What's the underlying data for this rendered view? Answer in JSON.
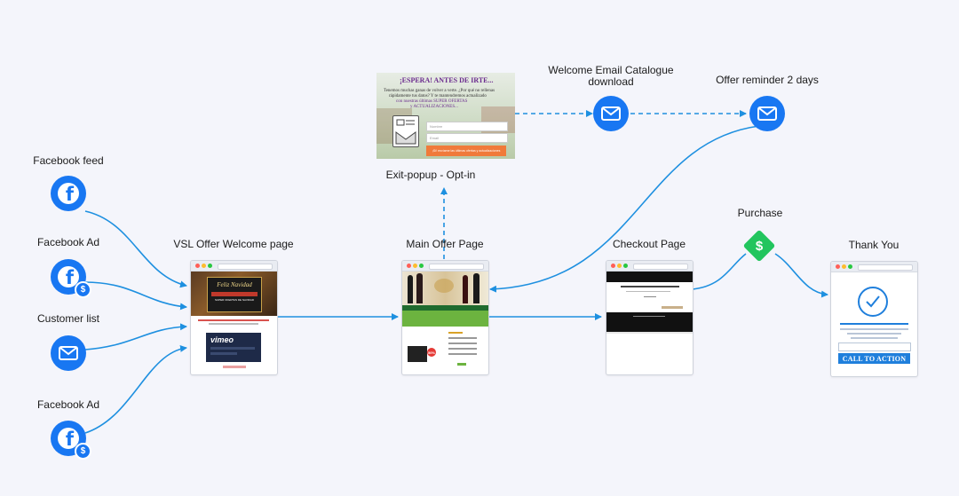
{
  "sources": [
    {
      "label": "Facebook feed",
      "icon": "facebook-icon"
    },
    {
      "label": "Facebook Ad",
      "icon": "facebook-ad-icon",
      "badge": "$"
    },
    {
      "label": "Customer list",
      "icon": "mail-icon"
    },
    {
      "label": "Facebook Ad",
      "icon": "facebook-ad-icon",
      "badge": "$"
    }
  ],
  "pages": {
    "vsl": {
      "label": "VSL Offer Welcome page",
      "hero_text": "Feliz Navidad",
      "hero_sub": "SUPER OFERTAS DE NAVIDAD",
      "video_brand": "vimeo"
    },
    "main_offer": {
      "label": "Main Offer Page",
      "discount_badge": "50%"
    },
    "checkout": {
      "label": "Checkout Page"
    },
    "thank_you": {
      "label": "Thank You",
      "cta": "CALL TO ACTION"
    }
  },
  "popup": {
    "label": "Exit-popup - Opt-in",
    "title": "¡ESPERA! ANTES DE IRTE...",
    "body_line1": "Tenemos muchas ganas de volver a verte. ¿Por qué no rellenas",
    "body_line2": "rápidamente tus datos? Y te mantendremos actualizado",
    "body_line3": "con nuestras últimas SUPER OFERTAS",
    "body_line4": "y ACTUALIZACIONES...",
    "field1": "Nombre",
    "field2": "Email",
    "button": "¡Sí! envíame las últimas ofertas y actualizaciones"
  },
  "emails": [
    {
      "label_line1": "Welcome Email Catalogue",
      "label_line2": "download"
    },
    {
      "label_line1": "Offer reminder 2 days",
      "label_line2": ""
    }
  ],
  "purchase": {
    "label": "Purchase",
    "symbol": "$"
  },
  "colors": {
    "accent": "#1877f2",
    "connector": "#1e90e0",
    "purchase": "#22c55e",
    "background": "#f4f5fb"
  }
}
